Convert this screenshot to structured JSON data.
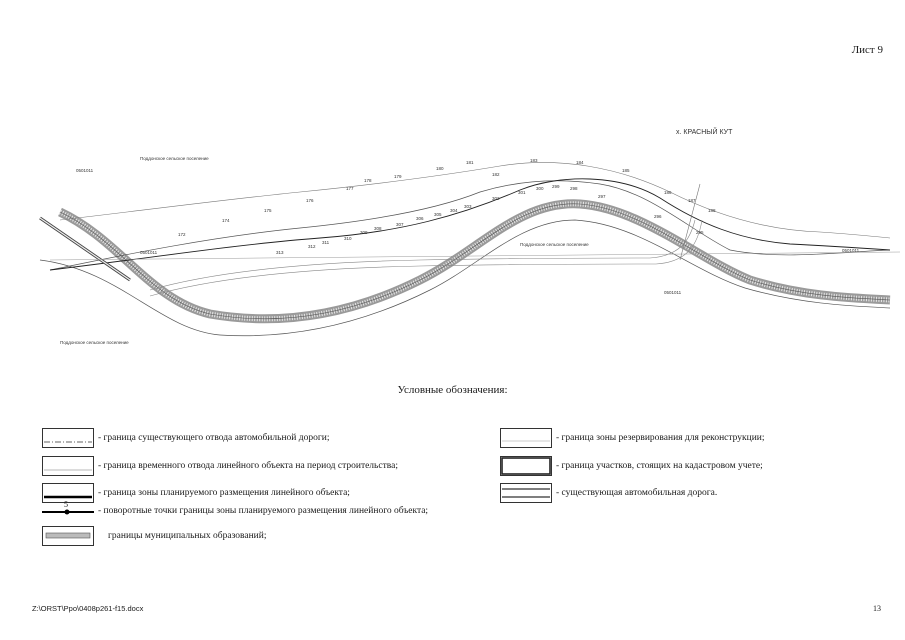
{
  "sheet_label": "Лист 9",
  "map": {
    "settlement_label": "х. КРАСНЫЙ КУТ",
    "municipal_labels": [
      "Поддонское сельское поселение",
      "Поддонское сельское поселение",
      "Поддонское сельское поселение"
    ],
    "cadastral_labels": [
      "0501011",
      "0501011",
      "0501011",
      "0501011"
    ],
    "point_numbers_top": [
      "172",
      "174",
      "175",
      "176",
      "177",
      "178",
      "179",
      "180",
      "181",
      "182",
      "183",
      "184",
      "185",
      "186",
      "187",
      "188"
    ],
    "point_numbers_bottom": [
      "313",
      "312",
      "311",
      "310",
      "309",
      "308",
      "307",
      "306",
      "305",
      "304",
      "303",
      "302",
      "301",
      "300",
      "299",
      "298",
      "297",
      "296",
      "295"
    ]
  },
  "legend": {
    "title": "Условные обозначения:",
    "left": [
      {
        "id": "existing-allotment",
        "text": "- граница существующего отвода  автомобильной дороги;"
      },
      {
        "id": "temporary-allotment",
        "text": "- граница временного отвода линейного объекта на период строительства;"
      },
      {
        "id": "planned-zone",
        "text": "- граница зоны планируемого размещения линейного объекта;"
      },
      {
        "id": "turning-points",
        "text": "- поворотные точки границы зоны планируемого размещения линейного объекта;",
        "marker_label": "5"
      },
      {
        "id": "municipal-boundaries",
        "text": "границы муниципальных образований;"
      }
    ],
    "right": [
      {
        "id": "reserve-zone",
        "text": "- граница зоны резервирования для реконструкции;"
      },
      {
        "id": "cadastral-parcels",
        "text": "- граница участков, стоящих на кадастровом учете;"
      },
      {
        "id": "existing-road",
        "text": "- существующая автомобильная дорога."
      }
    ]
  },
  "footer": {
    "file_path": "Z:\\ORST\\Ppo\\0408p261-f15.docx",
    "page_number": "13"
  }
}
